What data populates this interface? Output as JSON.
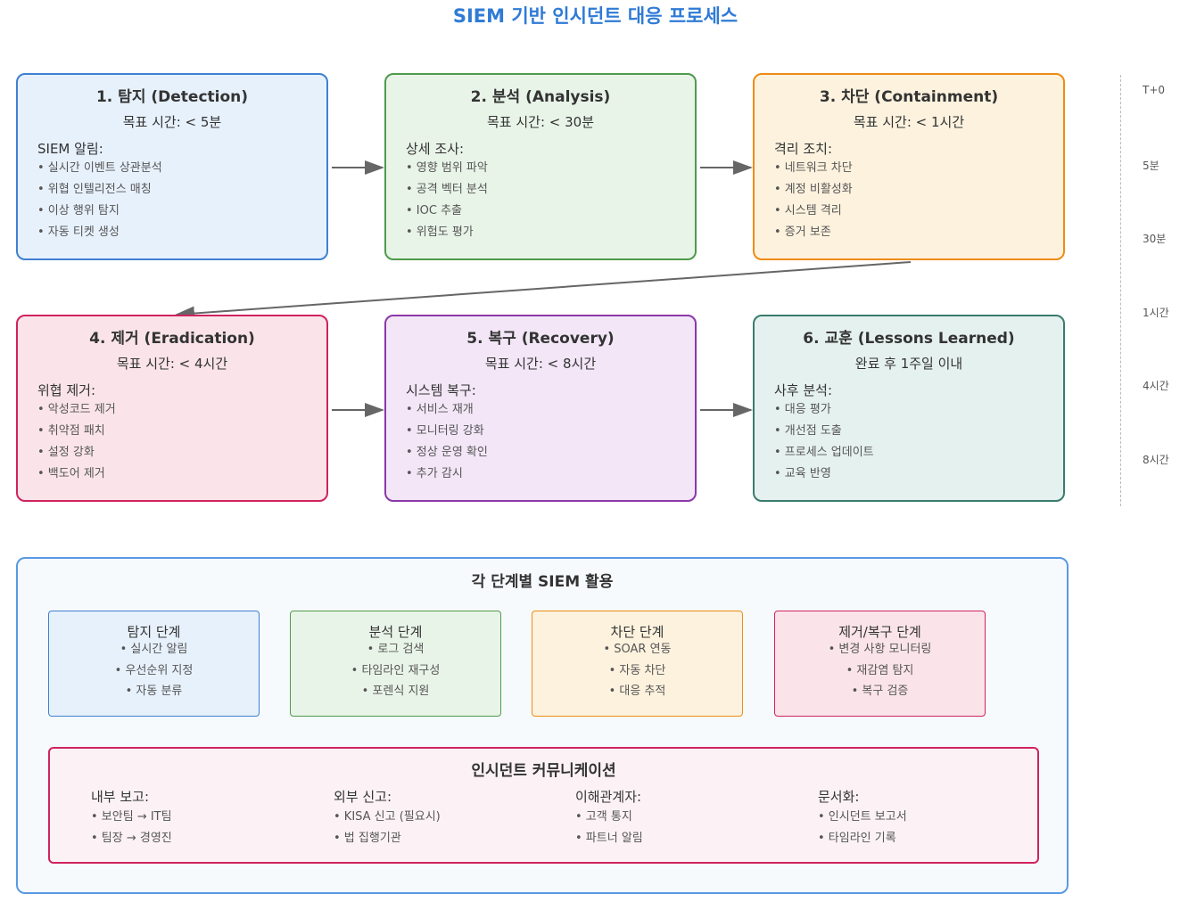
{
  "title": "SIEM 기반 인시던트 대응 프로세스",
  "stages": [
    {
      "heading": "1. 탐지 (Detection)",
      "time": "목표 시간: < 5분",
      "sub": "SIEM 알림:",
      "items": [
        "• 실시간 이벤트 상관분석",
        "• 위협 인텔리전스 매칭",
        "• 이상 행위 탐지",
        "• 자동 티켓 생성"
      ]
    },
    {
      "heading": "2. 분석 (Analysis)",
      "time": "목표 시간: < 30분",
      "sub": "상세 조사:",
      "items": [
        "• 영향 범위 파악",
        "• 공격 벡터 분석",
        "• IOC 추출",
        "• 위험도 평가"
      ]
    },
    {
      "heading": "3. 차단 (Containment)",
      "time": "목표 시간: < 1시간",
      "sub": "격리 조치:",
      "items": [
        "• 네트워크 차단",
        "• 계정 비활성화",
        "• 시스템 격리",
        "• 증거 보존"
      ]
    },
    {
      "heading": "4. 제거 (Eradication)",
      "time": "목표 시간: < 4시간",
      "sub": "위협 제거:",
      "items": [
        "• 악성코드 제거",
        "• 취약점 패치",
        "• 설정 강화",
        "• 백도어 제거"
      ]
    },
    {
      "heading": "5. 복구 (Recovery)",
      "time": "목표 시간: < 8시간",
      "sub": "시스템 복구:",
      "items": [
        "• 서비스 재개",
        "• 모니터링 강화",
        "• 정상 운영 확인",
        "• 추가 감시"
      ]
    },
    {
      "heading": "6. 교훈 (Lessons Learned)",
      "time": "완료 후 1주일 이내",
      "sub": "사후 분석:",
      "items": [
        "• 대응 평가",
        "• 개선점 도출",
        "• 프로세스 업데이트",
        "• 교육 반영"
      ]
    }
  ],
  "timeline": [
    "T+0",
    "5분",
    "30분",
    "1시간",
    "4시간",
    "8시간"
  ],
  "siem_usage": {
    "title": "각 단계별 SIEM 활용",
    "boxes": [
      {
        "heading": "탐지 단계",
        "items": [
          "• 실시간 알림",
          "• 우선순위 지정",
          "• 자동 분류"
        ]
      },
      {
        "heading": "분석 단계",
        "items": [
          "• 로그 검색",
          "• 타임라인 재구성",
          "• 포렌식 지원"
        ]
      },
      {
        "heading": "차단 단계",
        "items": [
          "• SOAR 연동",
          "• 자동 차단",
          "• 대응 추적"
        ]
      },
      {
        "heading": "제거/복구 단계",
        "items": [
          "• 변경 사항 모니터링",
          "• 재감염 탐지",
          "• 복구 검증"
        ]
      }
    ]
  },
  "communication": {
    "title": "인시던트 커뮤니케이션",
    "columns": [
      {
        "heading": "내부 보고:",
        "items": [
          "• 보안팀 → IT팀",
          "• 팀장 → 경영진"
        ]
      },
      {
        "heading": "외부 신고:",
        "items": [
          "• KISA 신고 (필요시)",
          "• 법 집행기관"
        ]
      },
      {
        "heading": "이해관계자:",
        "items": [
          "• 고객 통지",
          "• 파트너 알림"
        ]
      },
      {
        "heading": "문서화:",
        "items": [
          "• 인시던트 보고서",
          "• 타임라인 기록"
        ]
      }
    ]
  },
  "colors": {
    "title": "#2f7bd6",
    "arrow": "#666666",
    "panel_border": "#5a9ae2"
  }
}
